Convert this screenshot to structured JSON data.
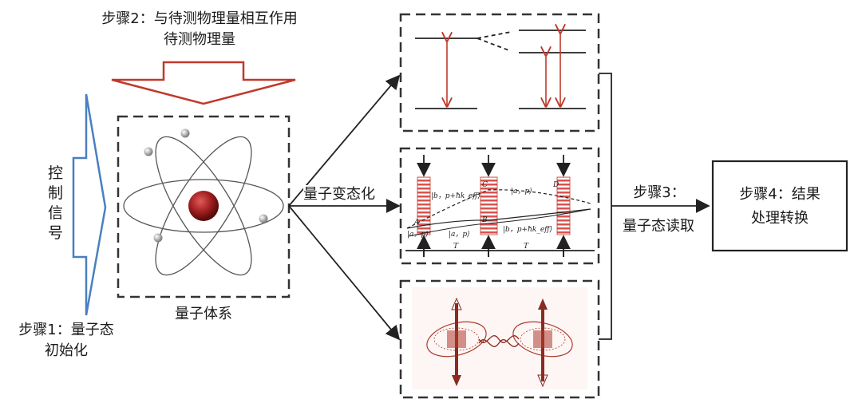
{
  "step2": {
    "line1": "步骤2：与待测物理量相互作用",
    "line2": "待测物理量"
  },
  "control_signal": "控制信号",
  "quantum_system_label": "量子体系",
  "step1": {
    "line1": "步骤1：量子态",
    "line2": "初始化"
  },
  "evolution_label": "量子变态化",
  "step3": {
    "line1": "步骤3：",
    "line2": "量子态读取"
  },
  "step4": {
    "line1": "步骤4：结果",
    "line2": "处理转换"
  },
  "interferometer": {
    "state_b": "|b，p+ħk_eff⟩",
    "state_a_top": "|a，p⟩",
    "state_b_bottom": "|b，p+ħk_eff⟩",
    "state_a_left": "|a，p⟩",
    "state_a_bottom": "|a，p⟩",
    "label_A": "A",
    "label_B": "B",
    "label_C": "C",
    "label_D": "D",
    "label_T1": "T",
    "label_T2": "T"
  },
  "colors": {
    "red_accent": "#c0392b",
    "blue_arrow": "#4a7fc1",
    "nucleus": "#a01e1e"
  }
}
